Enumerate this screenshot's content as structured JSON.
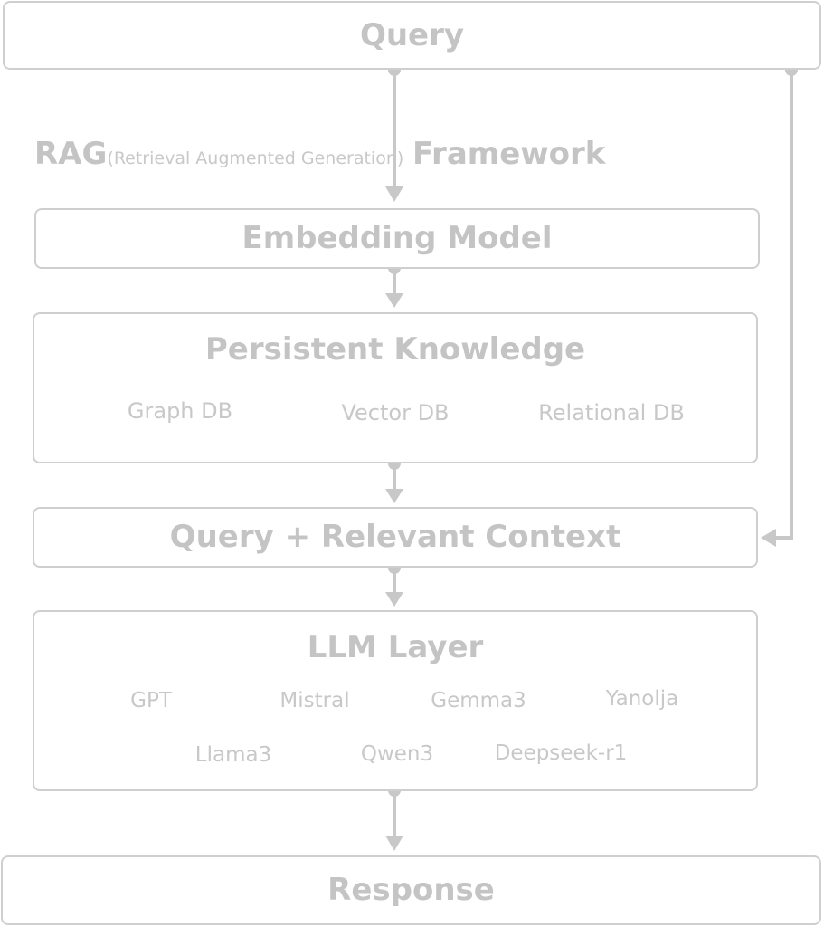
{
  "diagram": {
    "query": "Query",
    "rag_label": {
      "main": "RAG",
      "sub": "(Retrieval Augmented Generation)"
    },
    "framework": "Framework",
    "embedding_model": "Embedding Model",
    "persistent_knowledge": {
      "title": "Persistent Knowledge",
      "items": [
        "Graph DB",
        "Vector DB",
        "Relational DB"
      ]
    },
    "query_context": "Query + Relevant Context",
    "llm_layer": {
      "title": "LLM Layer",
      "items": [
        "GPT",
        "Mistral",
        "Gemma3",
        "Yanolja",
        "Llama3",
        "Qwen3",
        "Deepseek-r1"
      ]
    },
    "response": "Response"
  },
  "colors": {
    "line": "#c8c8c8",
    "border": "#cfcfcf",
    "text": "#c4c4c4"
  }
}
